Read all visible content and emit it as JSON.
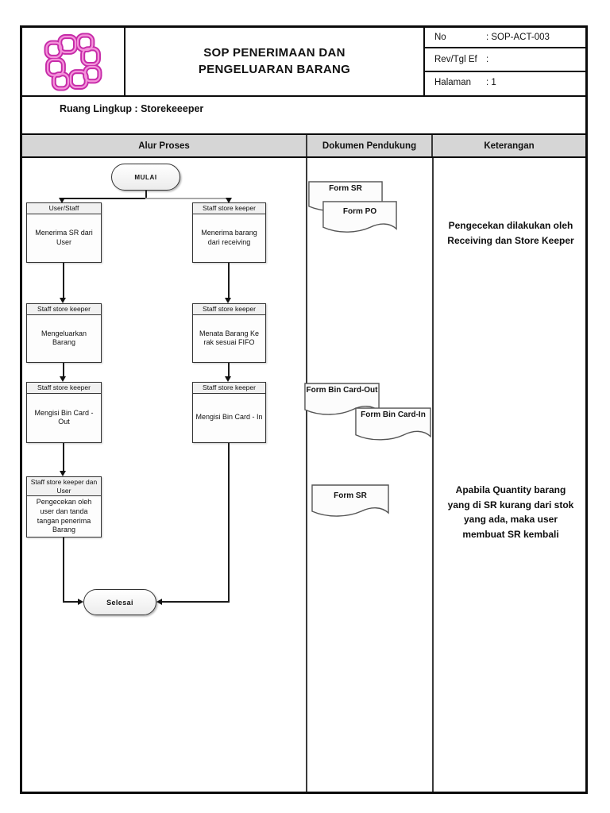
{
  "doc": {
    "title": "SOP PENERIMAAN DAN\nPENGELUARAN BARANG",
    "info": [
      {
        "label": "No",
        "value": ": SOP-ACT-003"
      },
      {
        "label": "Rev/Tgl Ef",
        "value": ":"
      },
      {
        "label": "Halaman",
        "value": ": 1"
      }
    ],
    "scope": "Ruang Lingkup : Storekeeeper",
    "columns": [
      "Alur Proses",
      "Dokumen Pendukung",
      "Keterangan"
    ]
  },
  "flow": {
    "start_label": "MULAI",
    "end_label": "Selesai",
    "steps": [
      {
        "role": "User/Staff",
        "text": "Menerima SR dari User"
      },
      {
        "role": "Staff store keeper",
        "text": "Menerima barang dari receiving"
      },
      {
        "role": "Staff store keeper",
        "text": "Mengeluarkan Barang"
      },
      {
        "role": "Staff store keeper",
        "text": "Menata Barang Ke rak sesuai FIFO"
      },
      {
        "role": "Staff store keeper",
        "text": "Mengisi Bin Card - Out"
      },
      {
        "role": "Staff store keeper",
        "text": "Mengisi Bin Card - In"
      },
      {
        "role": "Staff store keeper dan User",
        "text": "Pengecekan oleh user dan tanda tangan penerima Barang"
      }
    ]
  },
  "documents": [
    {
      "label": "Form SR"
    },
    {
      "label": "Form PO"
    },
    {
      "label": "Form Bin Card-Out"
    },
    {
      "label": "Form Bin Card-In"
    },
    {
      "label": "Form SR"
    }
  ],
  "notes": [
    "Pengecekan dilakukan oleh\nReceiving dan Store Keeper",
    "Apabila Quantity barang\nyang di SR kurang dari stok\nyang ada, maka user\nmembuat SR kembali"
  ],
  "colors": {
    "logo_pink": "#c62aa8",
    "header_gray": "#d6d6d6",
    "line": "#1c1c1c"
  }
}
